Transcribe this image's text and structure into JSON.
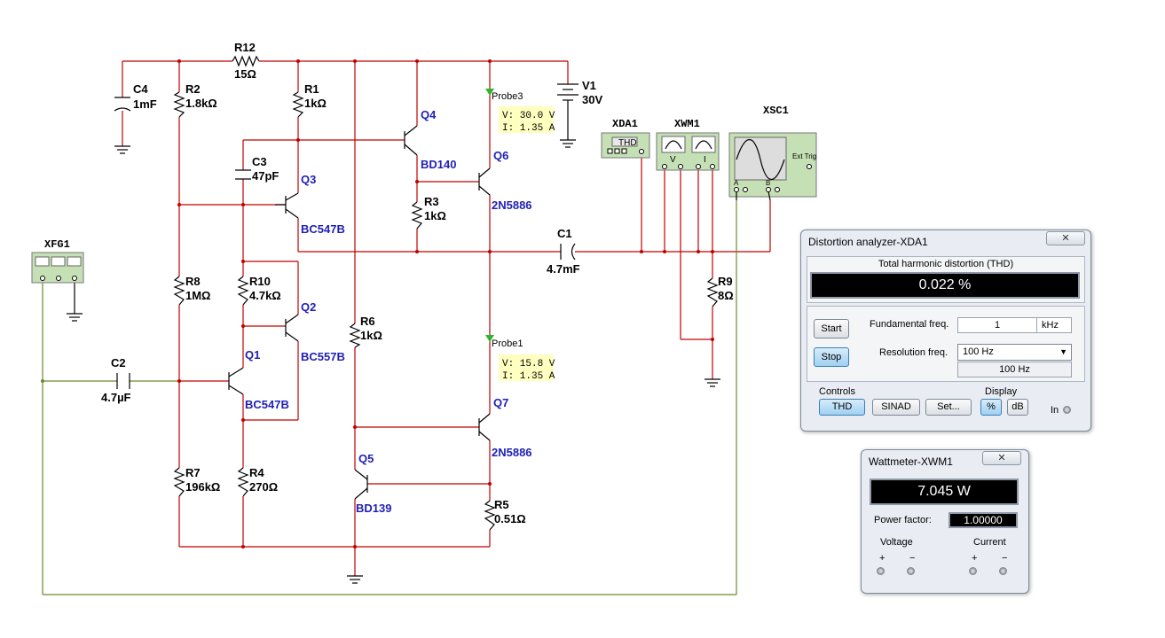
{
  "schematic": {
    "components": {
      "r12": {
        "ref": "R12",
        "value": "15Ω"
      },
      "c4": {
        "ref": "C4",
        "value": "1mF"
      },
      "r2": {
        "ref": "R2",
        "value": "1.8kΩ"
      },
      "r1": {
        "ref": "R1",
        "value": "1kΩ"
      },
      "v1": {
        "ref": "V1",
        "value": "30V"
      },
      "q4": {
        "ref": "Q4",
        "model": "BD140"
      },
      "q6": {
        "ref": "Q6",
        "model": "2N5886"
      },
      "c3": {
        "ref": "C3",
        "value": "47pF"
      },
      "q3": {
        "ref": "Q3",
        "model": "BC547B"
      },
      "r3": {
        "ref": "R3",
        "value": "1kΩ"
      },
      "c1": {
        "ref": "C1",
        "value": "4.7mF"
      },
      "r9": {
        "ref": "R9",
        "value": "8Ω"
      },
      "r8": {
        "ref": "R8",
        "value": "1MΩ"
      },
      "r10": {
        "ref": "R10",
        "value": "4.7kΩ"
      },
      "q2": {
        "ref": "Q2",
        "model": "BC557B"
      },
      "r6": {
        "ref": "R6",
        "value": "1kΩ"
      },
      "c2": {
        "ref": "C2",
        "value": "4.7µF"
      },
      "q1": {
        "ref": "Q1",
        "model": "BC547B"
      },
      "q7": {
        "ref": "Q7",
        "model": "2N5886"
      },
      "q5": {
        "ref": "Q5",
        "model": "BD139"
      },
      "r7": {
        "ref": "R7",
        "value": "196kΩ"
      },
      "r4": {
        "ref": "R4",
        "value": "270Ω"
      },
      "r5": {
        "ref": "R5",
        "value": "0.51Ω"
      }
    },
    "instruments": {
      "xfg1": "XFG1",
      "xda1": "XDA1",
      "xda1_face": "THD",
      "xwm1": "XWM1",
      "xwm1_v": "V",
      "xwm1_i": "I",
      "xsc1": "XSC1",
      "xsc1_ext": "Ext Trig",
      "xsc1_a": "A",
      "xsc1_b": "B"
    },
    "probes": {
      "probe3": {
        "name": "Probe3",
        "voltage": "V: 30.0 V",
        "current": "I: 1.35 A"
      },
      "probe1": {
        "name": "Probe1",
        "voltage": "V: 15.8 V",
        "current": "I: 1.35 A"
      }
    }
  },
  "distortion_analyzer": {
    "title": "Distortion analyzer-XDA1",
    "close_glyph": "✕",
    "thd_heading": "Total harmonic distortion (THD)",
    "thd_value": "0.022 %",
    "start_label": "Start",
    "stop_label": "Stop",
    "fund_freq_label": "Fundamental freq.",
    "fund_freq_value": "1",
    "fund_freq_unit": "kHz",
    "res_freq_label": "Resolution freq.",
    "res_freq_selected": "100 Hz",
    "res_freq_readout": "100 Hz",
    "controls_label": "Controls",
    "thd_button": "THD",
    "sinad_button": "SINAD",
    "set_button": "Set...",
    "display_label": "Display",
    "percent_button": "%",
    "db_button": "dB",
    "input_label": "In"
  },
  "wattmeter": {
    "title": "Wattmeter-XWM1",
    "close_glyph": "✕",
    "power_value": "7.045 W",
    "power_factor_label": "Power factor:",
    "power_factor_value": "1.00000",
    "voltage_label": "Voltage",
    "current_label": "Current",
    "plus": "+",
    "minus": "−"
  },
  "colors": {
    "wire": "#c00000",
    "signal_wire": "#6b8a2a",
    "component_text": "#1f1fb4",
    "probe_bg": "#ffffc0"
  }
}
